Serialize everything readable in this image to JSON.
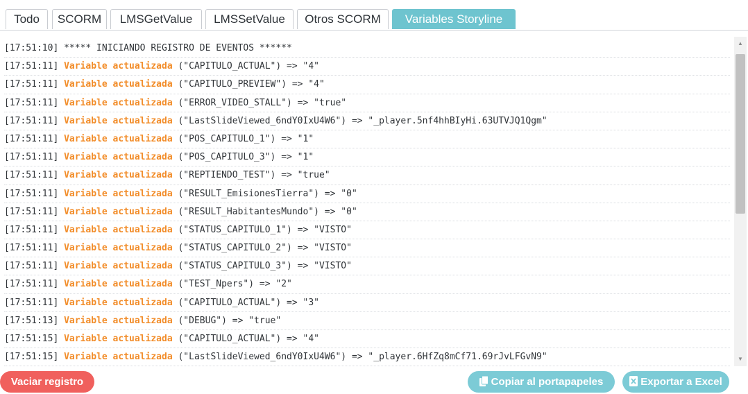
{
  "tabs": [
    {
      "label": "Todo"
    },
    {
      "label": "SCORM"
    },
    {
      "label": "LMSGetValue"
    },
    {
      "label": "LMSSetValue"
    },
    {
      "label": "Otros SCORM"
    },
    {
      "label": "Variables Storyline"
    }
  ],
  "log": {
    "header": "[17:51:10] ***** INICIANDO REGISTRO DE EVENTOS ******",
    "keyword": "Variable actualizada",
    "entries": [
      {
        "time": "[17:51:11]",
        "rest": "(\"CAPITULO_ACTUAL\") => \"4\""
      },
      {
        "time": "[17:51:11]",
        "rest": "(\"CAPITULO_PREVIEW\") => \"4\""
      },
      {
        "time": "[17:51:11]",
        "rest": "(\"ERROR_VIDEO_STALL\") => \"true\""
      },
      {
        "time": "[17:51:11]",
        "rest": "(\"LastSlideViewed_6ndY0IxU4W6\") => \"_player.5nf4hhBIyHi.63UTVJQ1Qgm\""
      },
      {
        "time": "[17:51:11]",
        "rest": "(\"POS_CAPITULO_1\") => \"1\""
      },
      {
        "time": "[17:51:11]",
        "rest": "(\"POS_CAPITULO_3\") => \"1\""
      },
      {
        "time": "[17:51:11]",
        "rest": "(\"REPTIENDO_TEST\") => \"true\""
      },
      {
        "time": "[17:51:11]",
        "rest": "(\"RESULT_EmisionesTierra\") => \"0\""
      },
      {
        "time": "[17:51:11]",
        "rest": "(\"RESULT_HabitantesMundo\") => \"0\""
      },
      {
        "time": "[17:51:11]",
        "rest": "(\"STATUS_CAPITULO_1\") => \"VISTO\""
      },
      {
        "time": "[17:51:11]",
        "rest": "(\"STATUS_CAPITULO_2\") => \"VISTO\""
      },
      {
        "time": "[17:51:11]",
        "rest": "(\"STATUS_CAPITULO_3\") => \"VISTO\""
      },
      {
        "time": "[17:51:11]",
        "rest": "(\"TEST_Npers\") => \"2\""
      },
      {
        "time": "[17:51:11]",
        "rest": "(\"CAPITULO_ACTUAL\") => \"3\""
      },
      {
        "time": "[17:51:13]",
        "rest": "(\"DEBUG\") => \"true\""
      },
      {
        "time": "[17:51:15]",
        "rest": "(\"CAPITULO_ACTUAL\") => \"4\""
      },
      {
        "time": "[17:51:15]",
        "rest": "(\"LastSlideViewed_6ndY0IxU4W6\") => \"_player.6HfZq8mCf71.69rJvLFGvN9\""
      }
    ]
  },
  "buttons": {
    "clear_label": "Vaciar registro",
    "copy_label": "Copiar al portapapeles",
    "excel_label": "Exportar a Excel"
  },
  "colors": {
    "accent": "#6ec4cf",
    "keyword": "#f28c28",
    "danger": "#f0605d",
    "button_teal": "#7ccbd6"
  },
  "icons": {
    "copy": "copy-icon",
    "excel": "excel-icon",
    "scroll_up": "scroll-up-icon",
    "scroll_down": "scroll-down-icon"
  }
}
